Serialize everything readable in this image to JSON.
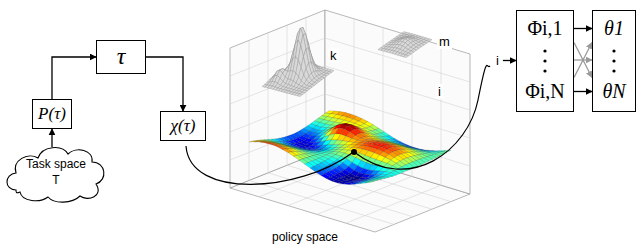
{
  "diagram": {
    "nodes": [
      {
        "text": [
          "Task space T"
        ]
      },
      {
        "text": [
          "P(τ)"
        ]
      },
      {
        "text": [
          "τ"
        ]
      },
      {
        "text": [
          "χ(τ)"
        ]
      },
      {
        "text": [
          "Φi,1",
          "Φi,N"
        ]
      },
      {
        "text": [
          "θ1",
          "θN"
        ]
      }
    ],
    "edges": [
      {
        "from": 0,
        "to": 1,
        "arrow": "to"
      },
      {
        "from": 1,
        "to": 2,
        "arrow": "to"
      },
      {
        "from": 2,
        "to": 3,
        "arrow": "to"
      },
      {
        "from": 4,
        "to": 5,
        "arrow": "to"
      },
      {
        "from": 4,
        "to": 5,
        "arrow": "to"
      }
    ],
    "labels": [
      "k",
      "m",
      "i",
      "i",
      "policy space"
    ]
  }
}
